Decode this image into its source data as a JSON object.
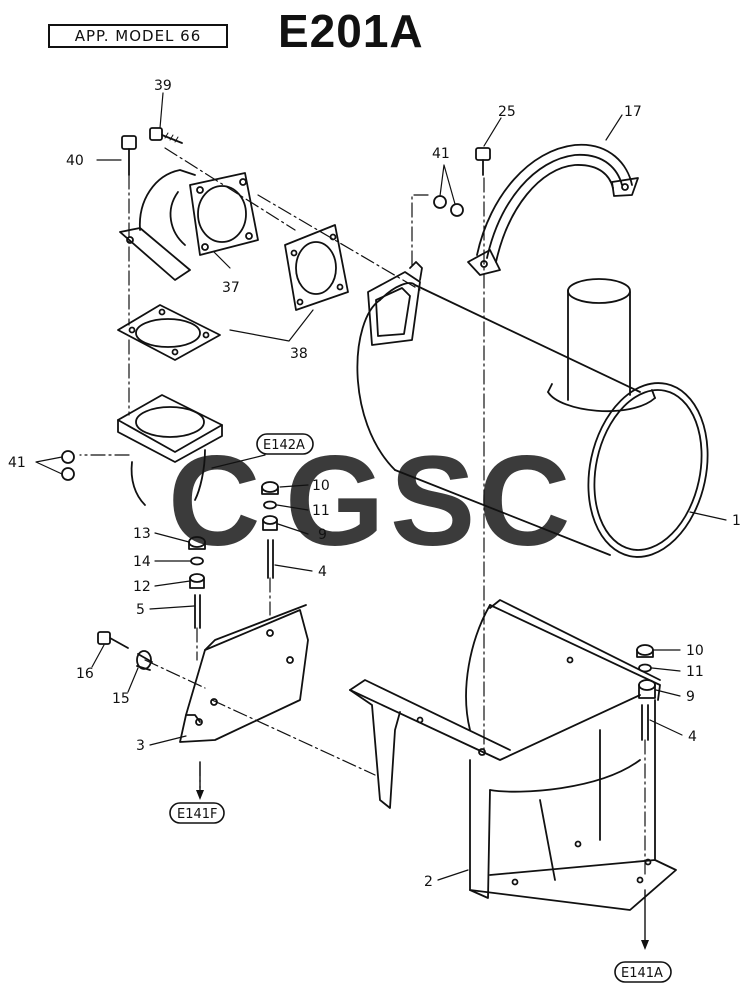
{
  "header": {
    "model_label": "APP. MODEL 66",
    "diagram_code": "E201A"
  },
  "watermark": {
    "text": "CGSC",
    "letters": [
      "C",
      "G",
      "S",
      "C"
    ],
    "colors": [
      "#5b8ef0",
      "#ee6b63",
      "#f7d25c",
      "#5bb98b"
    ]
  },
  "callouts": {
    "p1": "1",
    "p2": "2",
    "p3": "3",
    "p4a": "4",
    "p4b": "4",
    "p5": "5",
    "p9a": "9",
    "p9b": "9",
    "p10a": "10",
    "p10b": "10",
    "p11a": "11",
    "p11b": "11",
    "p12": "12",
    "p13": "13",
    "p14": "14",
    "p15": "15",
    "p16": "16",
    "p17": "17",
    "p25": "25",
    "p37": "37",
    "p38": "38",
    "p39": "39",
    "p40": "40",
    "p41a": "41",
    "p41b": "41"
  },
  "references": {
    "r_e142a": "E142A",
    "r_e141f": "E141F",
    "r_e141a": "E141A"
  }
}
